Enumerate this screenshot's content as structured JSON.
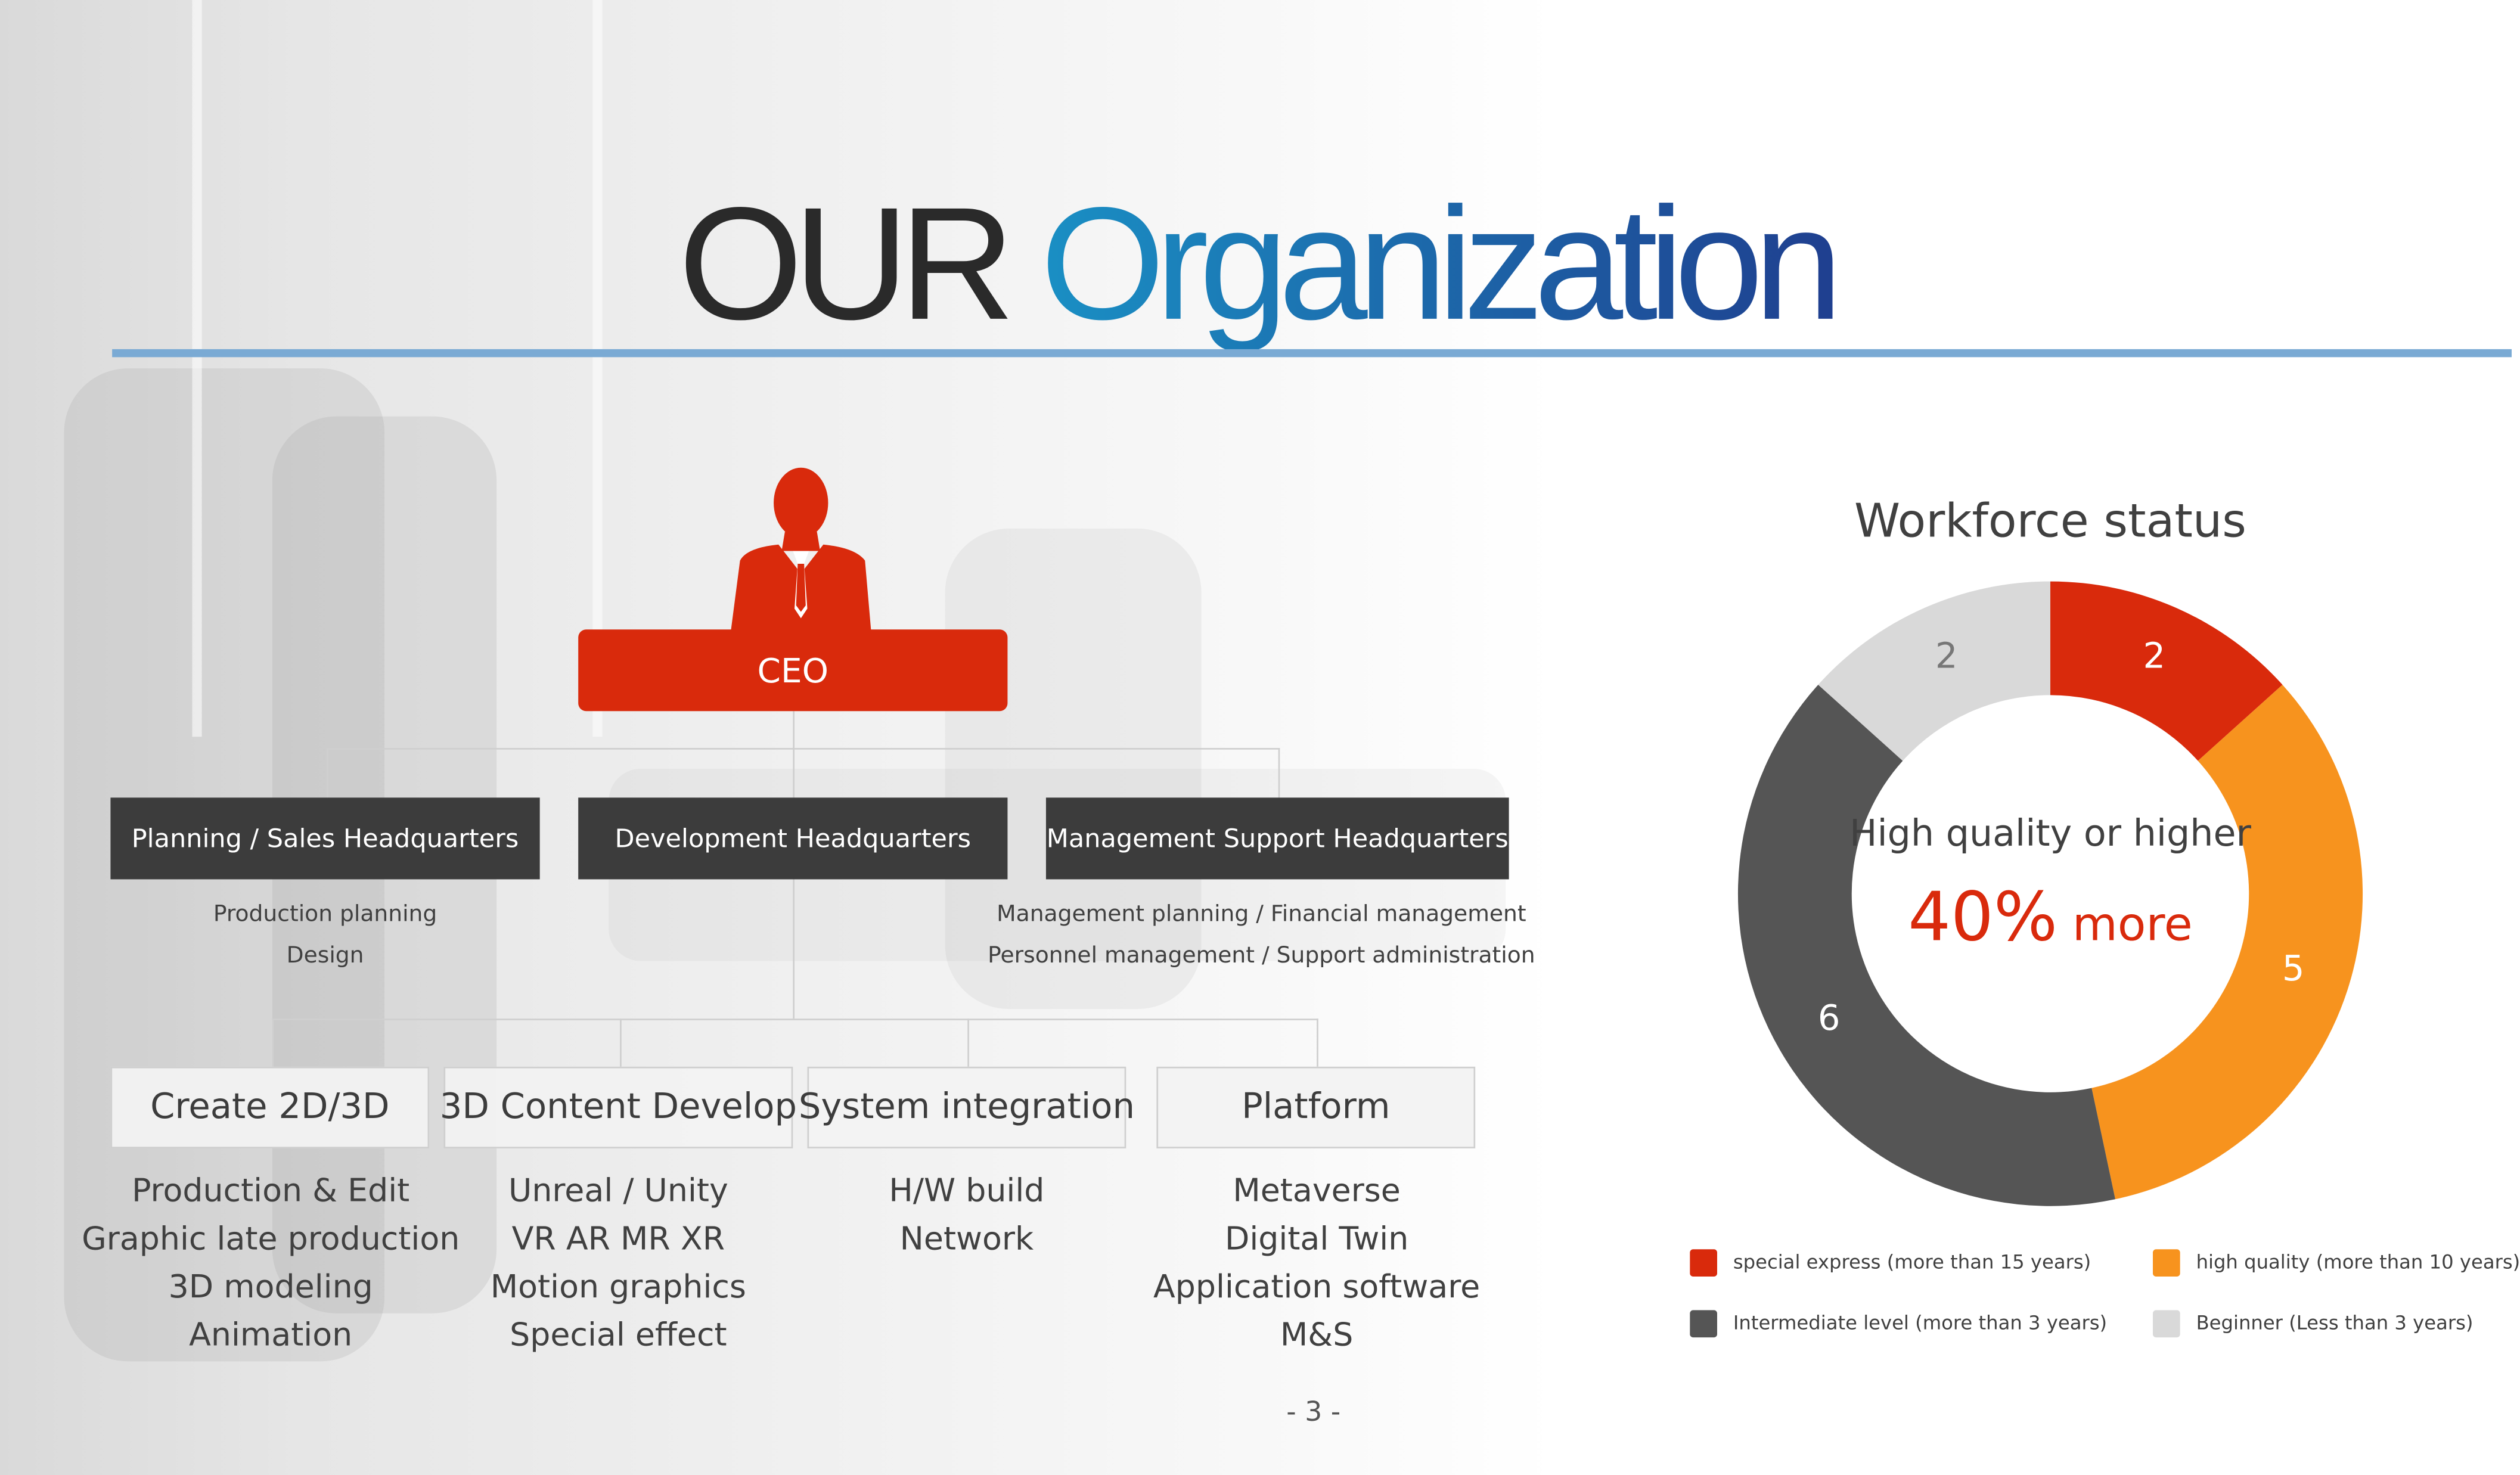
{
  "title": {
    "part1": "OUR ",
    "part2": "Organization"
  },
  "org": {
    "ceo": "CEO",
    "headquarters": [
      {
        "label": "Planning / Sales Headquarters",
        "duties": [
          "Production planning",
          "Design"
        ]
      },
      {
        "label": "Development Headquarters",
        "duties": []
      },
      {
        "label": "Management Support Headquarters",
        "duties": [
          "Management planning / Financial management",
          "Personnel management / Support administration"
        ]
      }
    ],
    "divisions": [
      {
        "label": "Create 2D/3D",
        "items": [
          "Production & Edit",
          "Graphic late production",
          "3D modeling",
          "Animation"
        ]
      },
      {
        "label": "3D Content Develop",
        "items": [
          "Unreal / Unity",
          "VR AR MR XR",
          "Motion graphics",
          "Special effect"
        ]
      },
      {
        "label": "System integration",
        "items": [
          "H/W build",
          "Network"
        ]
      },
      {
        "label": "Platform",
        "items": [
          "Metaverse",
          "Digital Twin",
          "Application software",
          "M&S"
        ]
      }
    ]
  },
  "chart_data": {
    "type": "pie",
    "variant": "donut",
    "title": "Workforce status",
    "center_text": {
      "line1": "High quality or higher",
      "value": "40%",
      "suffix": "more"
    },
    "series": [
      {
        "name": "special express  (more than 15 years)",
        "value": 2,
        "color": "#d92a0c"
      },
      {
        "name": "high quality  (more than 10 years)",
        "value": 5,
        "color": "#f7931e"
      },
      {
        "name": "Intermediate level  (more than 3 years)",
        "value": 6,
        "color": "#555555"
      },
      {
        "name": "Beginner  (Less than 3 years)",
        "value": 2,
        "color": "#d9d9d9"
      }
    ],
    "legend_position": "bottom"
  },
  "colors": {
    "accent_red": "#d92a0c",
    "accent_blue": "#1a8fc4",
    "rule": "#7aaad4"
  },
  "page_number": "- 3 -"
}
